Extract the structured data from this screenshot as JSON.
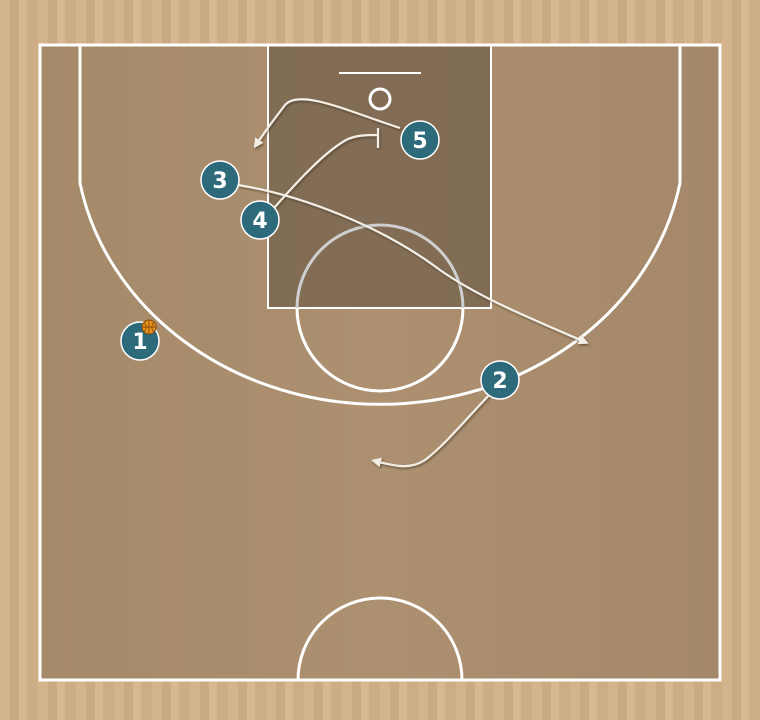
{
  "players": [
    {
      "id": "p1",
      "label": "1",
      "has_ball": true
    },
    {
      "id": "p2",
      "label": "2",
      "has_ball": false
    },
    {
      "id": "p3",
      "label": "3",
      "has_ball": false
    },
    {
      "id": "p4",
      "label": "4",
      "has_ball": false
    },
    {
      "id": "p5",
      "label": "5",
      "has_ball": false
    }
  ],
  "actions": [
    {
      "id": "p5-cut",
      "type": "movement",
      "from": "5"
    },
    {
      "id": "p4-screen",
      "type": "screen",
      "from": "4"
    },
    {
      "id": "p3-cut",
      "type": "movement",
      "from": "3"
    },
    {
      "id": "p2-cut",
      "type": "movement",
      "from": "2"
    }
  ],
  "colors": {
    "player_fill": "#2d6a7a",
    "player_stroke": "#ffffff",
    "court_lines": "#ffffff",
    "paint": "#7a6650",
    "play_court": "#a88c6d",
    "ball": "#e8931a",
    "movement_line": "#f4efe6"
  }
}
